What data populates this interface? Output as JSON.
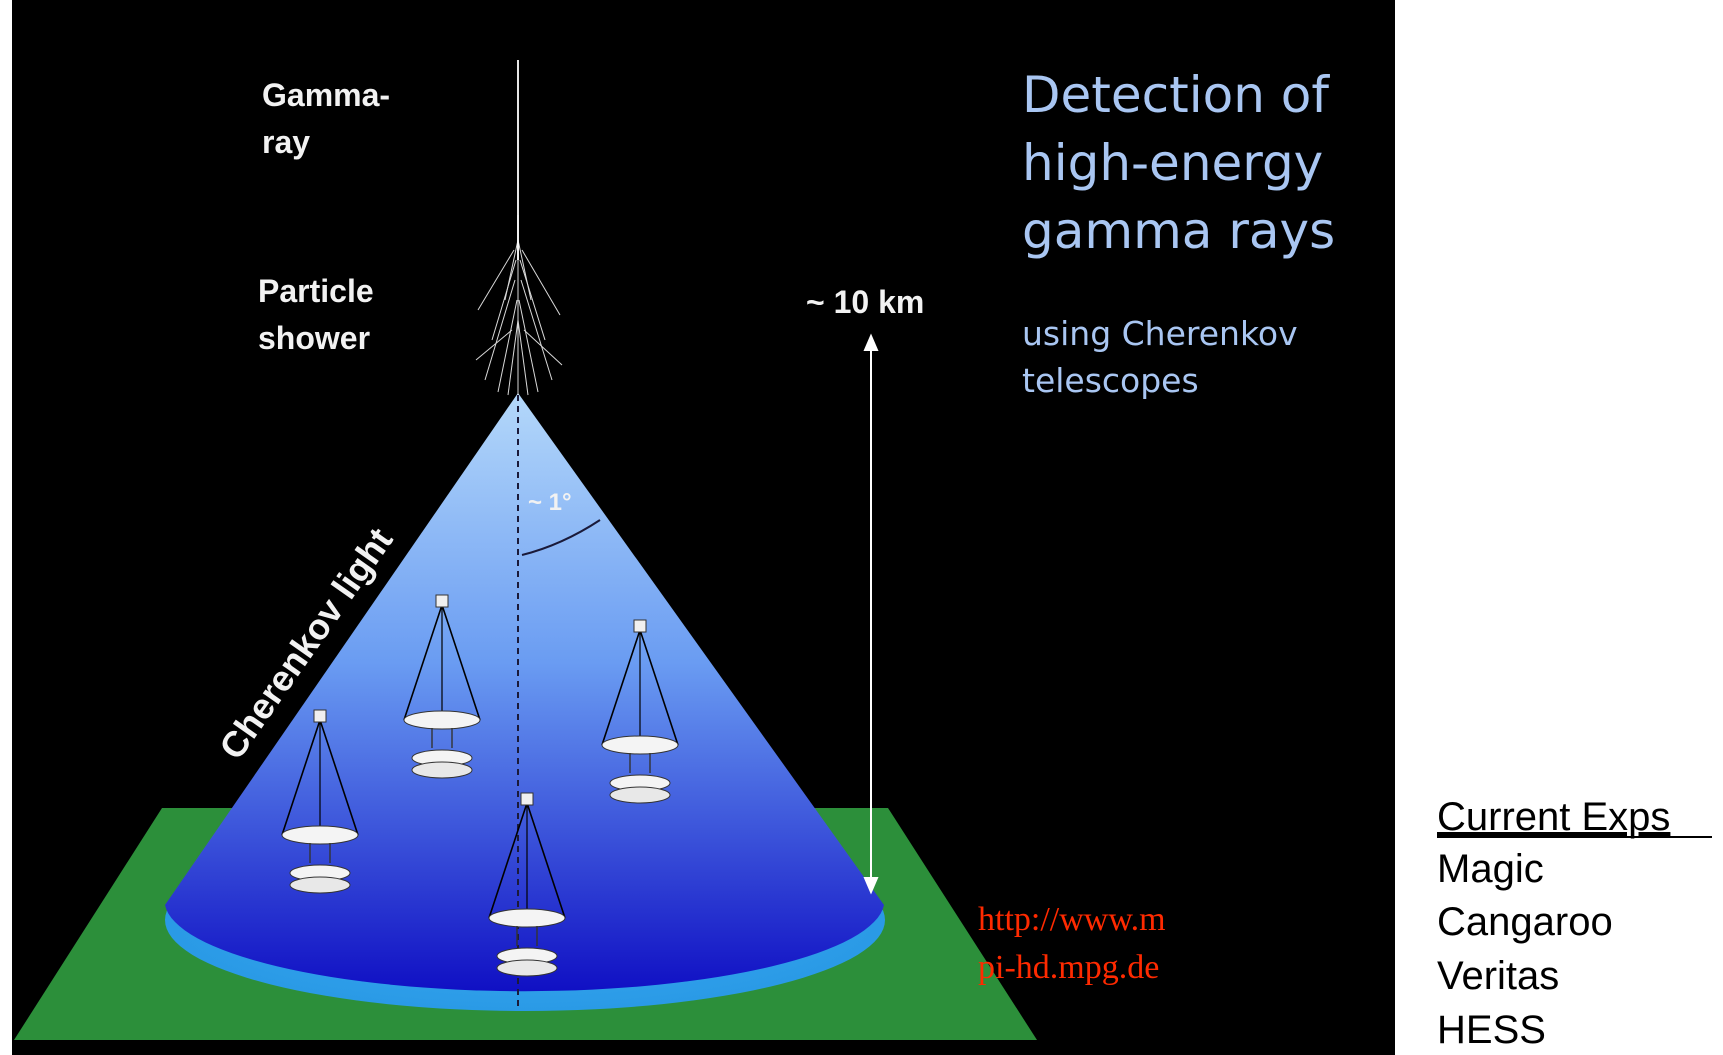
{
  "labels": {
    "gamma_ray": [
      "Gamma-",
      "ray"
    ],
    "particle_shower": [
      "Particle",
      "shower"
    ],
    "height": "~ 10 km",
    "angle": "~ 1°",
    "cherenkov_light": "Cherenkov light"
  },
  "title": {
    "lines": [
      "Detection of",
      "high-energy",
      "gamma rays"
    ],
    "subtitle_lines": [
      "using Cherenkov",
      "telescopes"
    ]
  },
  "source": {
    "lines": [
      "http://www.m",
      "pi-hd.mpg.de"
    ]
  },
  "experiments": {
    "heading": "Current Exps",
    "items": [
      "Magic",
      "Cangaroo",
      "Veritas",
      "HESS"
    ]
  },
  "colors": {
    "background": "#000000",
    "ground": "#2c8f3a",
    "light_pool": "#2ea6f0",
    "cone_top": "#a9d2f8",
    "cone_bottom": "#1414c8",
    "title_text": "#a9c6f2",
    "source_text": "#ff2a00"
  }
}
